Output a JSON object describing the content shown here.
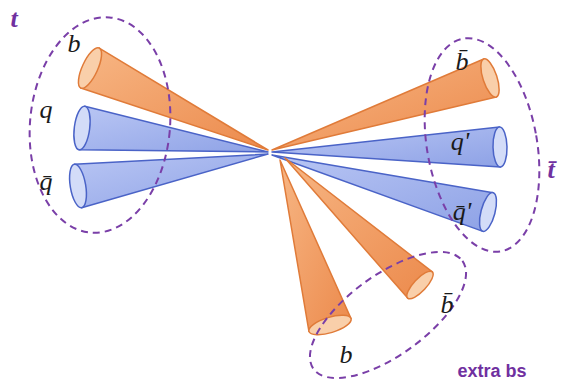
{
  "diagram": {
    "nodes": [
      {
        "text": [
          "t"
        ]
      },
      {
        "text": [
          "t̄"
        ]
      },
      {
        "text": [
          "extra bs"
        ]
      }
    ],
    "labels": [
      "b",
      "q",
      "q̄",
      "b̄",
      "q'",
      "q̄'",
      "b̄",
      "b"
    ]
  }
}
